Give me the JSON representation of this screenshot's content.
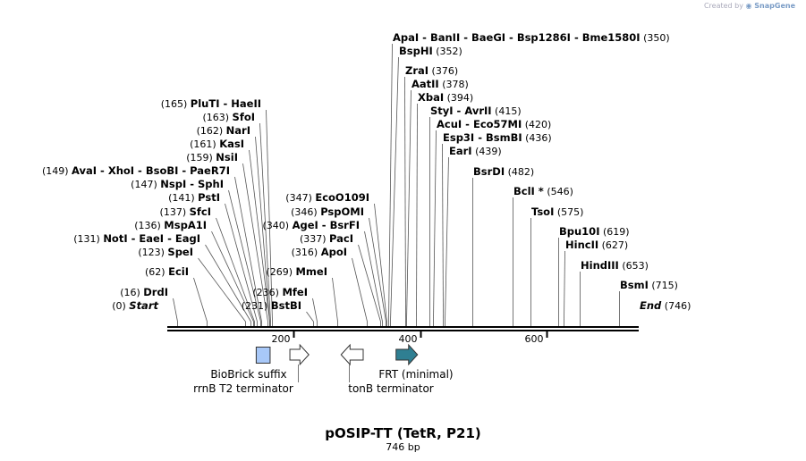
{
  "watermark": {
    "prefix": "Created by",
    "brand": "SnapGene"
  },
  "plasmid": {
    "name": "pOSIP-TT (TetR, P21)",
    "size_label": "746 bp",
    "length": 746
  },
  "scale": {
    "ticks": [
      200,
      400,
      600
    ]
  },
  "sites": [
    {
      "names": [
        "Start"
      ],
      "pos": 0,
      "italic": true
    },
    {
      "names": [
        "DrdI"
      ],
      "pos": 16
    },
    {
      "names": [
        "EciI"
      ],
      "pos": 62
    },
    {
      "names": [
        "SpeI"
      ],
      "pos": 123
    },
    {
      "names": [
        "NotI",
        "EaeI",
        "EagI"
      ],
      "pos": 131
    },
    {
      "names": [
        "MspA1I"
      ],
      "pos": 136
    },
    {
      "names": [
        "SfcI"
      ],
      "pos": 137
    },
    {
      "names": [
        "PstI"
      ],
      "pos": 141
    },
    {
      "names": [
        "NspI",
        "SphI"
      ],
      "pos": 147
    },
    {
      "names": [
        "AvaI",
        "XhoI",
        "BsoBI",
        "PaeR7I"
      ],
      "pos": 149
    },
    {
      "names": [
        "NsiI"
      ],
      "pos": 159
    },
    {
      "names": [
        "KasI"
      ],
      "pos": 161
    },
    {
      "names": [
        "NarI"
      ],
      "pos": 162
    },
    {
      "names": [
        "SfoI"
      ],
      "pos": 163
    },
    {
      "names": [
        "PluTI",
        "HaeII"
      ],
      "pos": 165
    },
    {
      "names": [
        "BstBI"
      ],
      "pos": 231
    },
    {
      "names": [
        "MfeI"
      ],
      "pos": 236
    },
    {
      "names": [
        "MmeI"
      ],
      "pos": 269
    },
    {
      "names": [
        "ApoI"
      ],
      "pos": 316
    },
    {
      "names": [
        "PacI"
      ],
      "pos": 337
    },
    {
      "names": [
        "AgeI",
        "BsrFI"
      ],
      "pos": 340
    },
    {
      "names": [
        "PspOMI"
      ],
      "pos": 346
    },
    {
      "names": [
        "EcoO109I"
      ],
      "pos": 347
    },
    {
      "names": [
        "ApaI",
        "BanII",
        "BaeGI",
        "Bsp1286I",
        "Bme1580I"
      ],
      "pos": 350
    },
    {
      "names": [
        "BspHI"
      ],
      "pos": 352
    },
    {
      "names": [
        "ZraI"
      ],
      "pos": 376
    },
    {
      "names": [
        "AatII"
      ],
      "pos": 378
    },
    {
      "names": [
        "XbaI"
      ],
      "pos": 394
    },
    {
      "names": [
        "StyI",
        "AvrII"
      ],
      "pos": 415
    },
    {
      "names": [
        "AcuI",
        "Eco57MI"
      ],
      "pos": 420
    },
    {
      "names": [
        "Esp3I",
        "BsmBI"
      ],
      "pos": 436
    },
    {
      "names": [
        "EarI"
      ],
      "pos": 439
    },
    {
      "names": [
        "BsrDI"
      ],
      "pos": 482
    },
    {
      "names": [
        "BclI *"
      ],
      "pos": 546
    },
    {
      "names": [
        "TsoI"
      ],
      "pos": 575
    },
    {
      "names": [
        "Bpu10I"
      ],
      "pos": 619
    },
    {
      "names": [
        "HincII"
      ],
      "pos": 627
    },
    {
      "names": [
        "HindIII"
      ],
      "pos": 653
    },
    {
      "names": [
        "BsmI"
      ],
      "pos": 715
    },
    {
      "names": [
        "End"
      ],
      "pos": 746,
      "italic": true
    }
  ],
  "features": [
    {
      "labels": [
        "BioBrick suffix"
      ],
      "kind": "box",
      "color": "#a8c8f8",
      "start": 140,
      "end": 162
    },
    {
      "labels": [
        "rrnB T2 terminator"
      ],
      "kind": "arrow-right",
      "color": "#ffffff",
      "start": 194,
      "end": 224
    },
    {
      "labels": [
        "tonB terminator"
      ],
      "kind": "arrow-left",
      "color": "#ffffff",
      "start": 275,
      "end": 310
    },
    {
      "labels": [
        "FRT (minimal)"
      ],
      "kind": "arrow-right",
      "color": "#2f7f92",
      "start": 362,
      "end": 396
    }
  ]
}
